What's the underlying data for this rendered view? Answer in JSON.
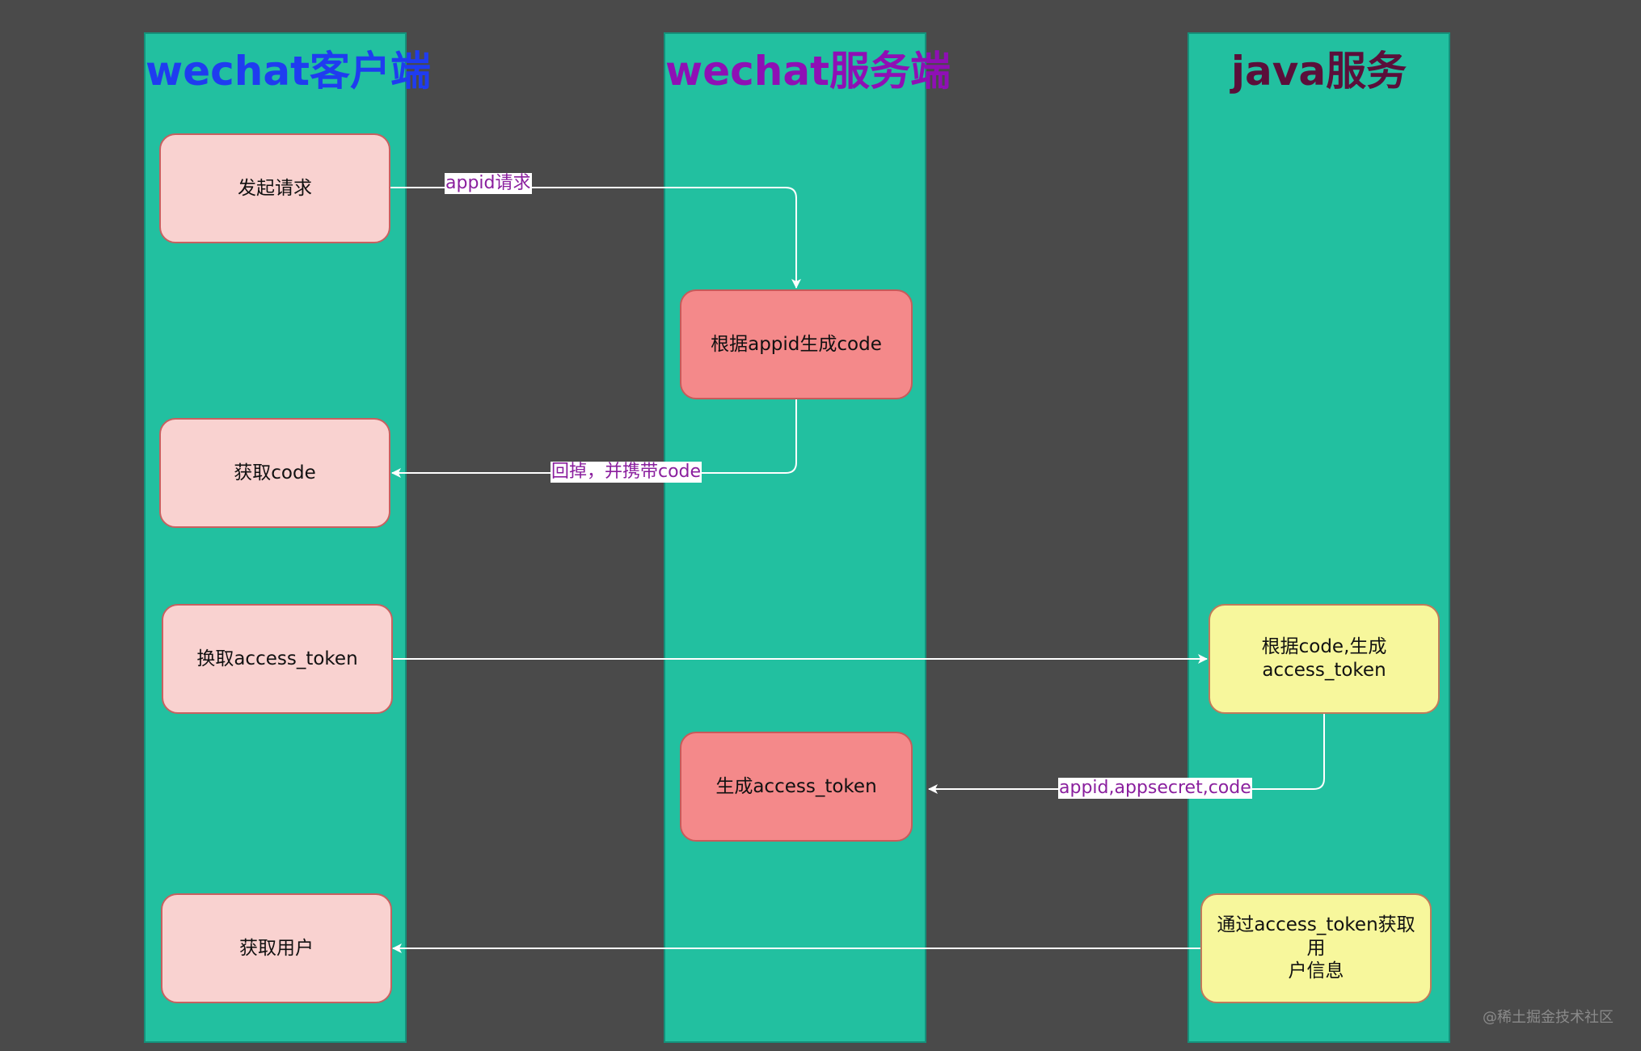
{
  "lanes": [
    {
      "title": "wechat客户端",
      "color": "#1f3cf0"
    },
    {
      "title": "wechat服务端",
      "color": "#8f0fb5"
    },
    {
      "title": "java服务",
      "color": "#5a0f3a"
    }
  ],
  "nodes": {
    "initiate_request": "发起请求",
    "generate_code": "根据appid生成code",
    "get_code": "获取code",
    "exchange_token": "换取access_token",
    "generate_token_java": "根据code,生成\naccess_token",
    "generate_token_wechat": "生成access_token",
    "get_user": "获取用户",
    "get_user_info": "通过access_token获取用\n户信息"
  },
  "edge_labels": {
    "appid_request": "appid请求",
    "callback_with_code": "回掉，并携带code",
    "appid_appsecret_code": "appid,appsecret,code"
  },
  "watermark": "@稀土掘金技术社区"
}
